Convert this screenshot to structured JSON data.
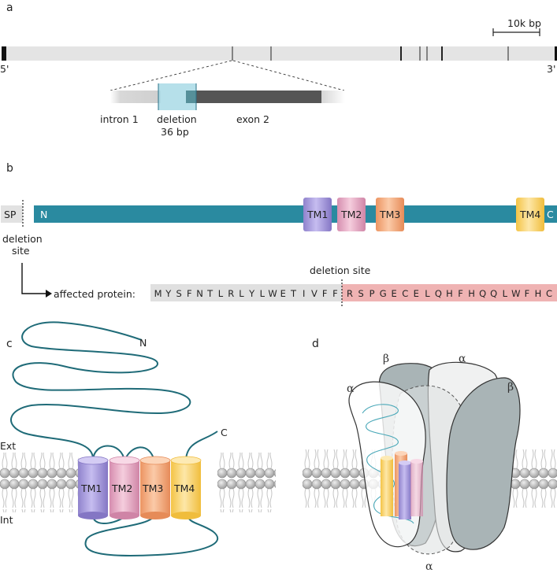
{
  "panel_a": {
    "letter": "a",
    "scale_label": "10k bp",
    "end_5": "5'",
    "end_3": "3'",
    "intron_label": "intron 1",
    "deletion_label": "deletion",
    "deletion_size": "36 bp",
    "exon_label": "exon 2"
  },
  "panel_b": {
    "letter": "b",
    "sp_label": "SP",
    "n_label": "N",
    "c_label": "C",
    "tm1": "TM1",
    "tm2": "TM2",
    "tm3": "TM3",
    "tm4": "TM4",
    "deletion_site_line1": "deletion",
    "deletion_site_line2": "site",
    "affected_label": "affected protein:",
    "deletion_site_top": "deletion site",
    "seq_before": [
      "M",
      "Y",
      "S",
      "F",
      "N",
      "T",
      "L",
      "R",
      "L",
      "Y",
      "L",
      "W",
      "E",
      "T",
      "I",
      "V",
      "F",
      "F"
    ],
    "seq_after": [
      "R",
      "S",
      "P",
      "G",
      "E",
      "C",
      "E",
      "L",
      "Q",
      "H",
      "F",
      "H",
      "Q",
      "Q",
      "L",
      "W",
      "F",
      "H",
      "C"
    ]
  },
  "panel_c": {
    "letter": "c",
    "n_label": "N",
    "c_label": "C",
    "ext_label": "Ext",
    "int_label": "Int",
    "tm1": "TM1",
    "tm2": "TM2",
    "tm3": "TM3",
    "tm4": "TM4"
  },
  "panel_d": {
    "letter": "d",
    "beta_top": "β",
    "alpha_top": "α",
    "alpha_left": "α",
    "beta_right": "β",
    "alpha_bottom": "α"
  },
  "colors": {
    "teal": "#2a8aa0",
    "tm1": "#a79bd8",
    "tm2": "#e3a7c2",
    "tm3": "#f2a97e",
    "tm4": "#f9d36a",
    "deletion_box": "#a9dbe6",
    "seq_gray": "#e0e0e0",
    "seq_pink": "#efb3b3"
  }
}
